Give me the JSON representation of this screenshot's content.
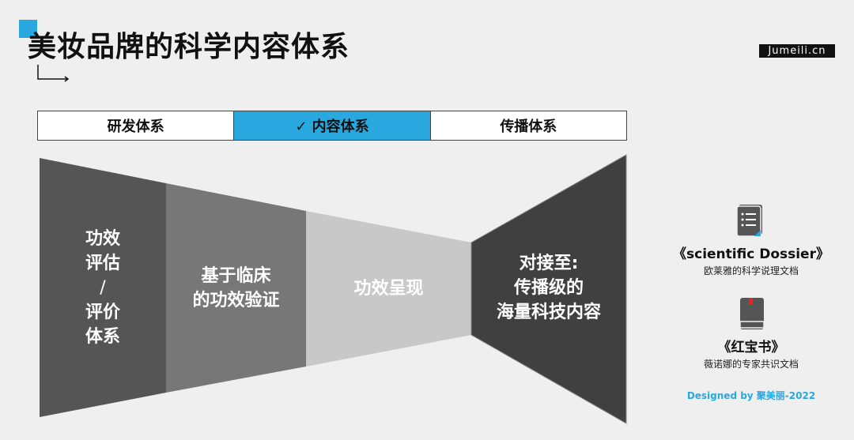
{
  "header": {
    "title": "美妆品牌的科学内容体系",
    "brand": "Jumeili.cn"
  },
  "tabs": [
    {
      "label": "研发体系"
    },
    {
      "label": "✓ 内容体系",
      "active": true
    },
    {
      "label": "传播体系"
    }
  ],
  "funnel": [
    {
      "lines": [
        "功效",
        "评估",
        "/",
        "评价",
        "体系"
      ]
    },
    {
      "lines": [
        "基于临床",
        "的功效验证"
      ]
    },
    {
      "lines": [
        "功效呈现"
      ]
    },
    {
      "lines": [
        "对接至:",
        "传播级的",
        "海量科技内容"
      ]
    }
  ],
  "docs": [
    {
      "title": "《scientific Dossier》",
      "subtitle": "欧莱雅的科学说理文档",
      "icon": "document-list-icon"
    },
    {
      "title": "《红宝书》",
      "subtitle": "薇诺娜的专家共识文档",
      "icon": "book-icon"
    }
  ],
  "credit": "Designed by 聚美丽-2022",
  "colors": {
    "accent": "#29a8e0"
  }
}
